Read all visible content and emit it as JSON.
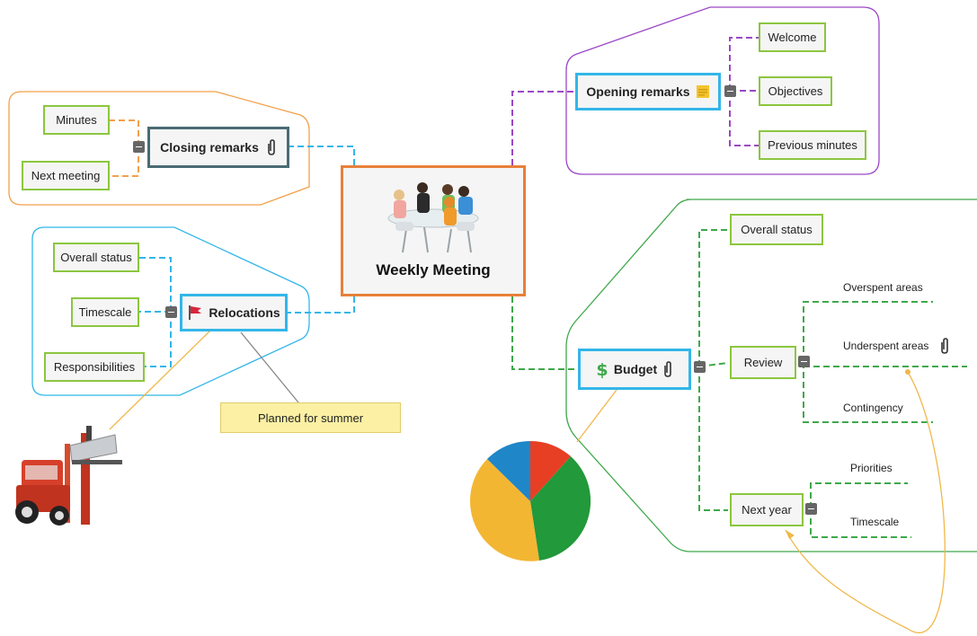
{
  "central": {
    "title": "Weekly Meeting"
  },
  "opening": {
    "label": "Opening remarks",
    "children": [
      "Welcome",
      "Objectives",
      "Previous minutes"
    ]
  },
  "closing": {
    "label": "Closing remarks",
    "children": [
      "Minutes",
      "Next meeting"
    ]
  },
  "relocations": {
    "label": "Relocations",
    "children": [
      "Overall status",
      "Timescale",
      "Responsibilities"
    ],
    "note": "Planned for summer"
  },
  "budget": {
    "label": "Budget",
    "overall_status": "Overall status",
    "review": {
      "label": "Review",
      "children": [
        "Overspent areas",
        "Underspent areas",
        "Contingency"
      ]
    },
    "next_year": {
      "label": "Next year",
      "children": [
        "Priorities",
        "Timescale"
      ]
    }
  },
  "colors": {
    "opening": "#9b47c6",
    "closing": "#f2a04a",
    "relocations": "#33b6e8",
    "budget": "#3fa84a",
    "central_border": "#e8803a",
    "leaf_border": "#8cc63f",
    "topic_border": "#33b6e8",
    "note_fill": "#fbf0a4"
  },
  "icons": {
    "opening": "sticky-note-icon",
    "closing": "paperclip-icon",
    "relocations": "flag-icon",
    "budget": "dollar-icon",
    "underspent": "paperclip-icon",
    "central_image": "meeting-people-image",
    "forklift_image": "forklift-image",
    "pie_image": "pie-chart-image"
  }
}
